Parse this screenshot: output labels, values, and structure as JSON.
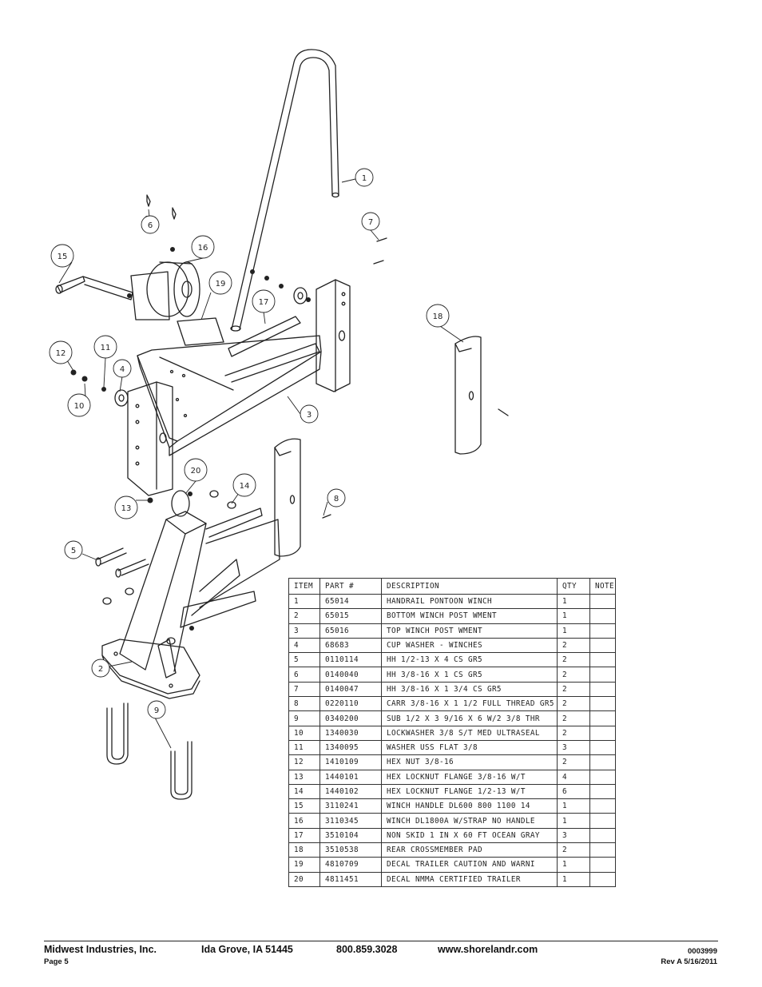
{
  "balloons": [
    "1",
    "2",
    "3",
    "4",
    "5",
    "6",
    "7",
    "8",
    "9",
    "10",
    "11",
    "12",
    "13",
    "14",
    "15",
    "16",
    "17",
    "18",
    "19",
    "20"
  ],
  "table": {
    "headers": [
      "ITEM",
      "PART #",
      "DESCRIPTION",
      "QTY",
      "NOTE"
    ],
    "rows": [
      [
        "1",
        "65014",
        "HANDRAIL PONTOON WINCH",
        "1",
        ""
      ],
      [
        "2",
        "65015",
        "BOTTOM WINCH POST WMENT",
        "1",
        ""
      ],
      [
        "3",
        "65016",
        "TOP WINCH POST WMENT",
        "1",
        ""
      ],
      [
        "4",
        "68683",
        "CUP WASHER - WINCHES",
        "2",
        ""
      ],
      [
        "5",
        "0110114",
        "HH 1/2-13 X 4 CS GR5",
        "2",
        ""
      ],
      [
        "6",
        "0140040",
        "HH 3/8-16 X 1 CS GR5",
        "2",
        ""
      ],
      [
        "7",
        "0140047",
        "HH 3/8-16 X 1 3/4 CS GR5",
        "2",
        ""
      ],
      [
        "8",
        "0220110",
        "CARR 3/8-16 X 1 1/2 FULL THREAD GR5",
        "2",
        ""
      ],
      [
        "9",
        "0340200",
        "SUB 1/2 X 3 9/16 X 6 W/2 3/8 THR",
        "2",
        ""
      ],
      [
        "10",
        "1340030",
        "LOCKWASHER 3/8 S/T MED ULTRASEAL",
        "2",
        ""
      ],
      [
        "11",
        "1340095",
        "WASHER USS FLAT 3/8",
        "3",
        ""
      ],
      [
        "12",
        "1410109",
        "HEX NUT 3/8-16",
        "2",
        ""
      ],
      [
        "13",
        "1440101",
        "HEX LOCKNUT FLANGE 3/8-16 W/T",
        "4",
        ""
      ],
      [
        "14",
        "1440102",
        "HEX LOCKNUT FLANGE 1/2-13 W/T",
        "6",
        ""
      ],
      [
        "15",
        "3110241",
        "WINCH HANDLE   DL600 800 1100 14",
        "1",
        ""
      ],
      [
        "16",
        "3110345",
        "WINCH DL1800A W/STRAP  NO HANDLE",
        "1",
        ""
      ],
      [
        "17",
        "3510104",
        "NON SKID 1 IN X 60 FT OCEAN GRAY",
        "3",
        ""
      ],
      [
        "18",
        "3510538",
        "REAR CROSSMEMBER PAD",
        "2",
        ""
      ],
      [
        "19",
        "4810709",
        "DECAL TRAILER CAUTION AND WARNI",
        "1",
        ""
      ],
      [
        "20",
        "4811451",
        "DECAL NMMA CERTIFIED TRAILER",
        "1",
        ""
      ]
    ]
  },
  "footer": {
    "company": "Midwest Industries, Inc.",
    "city": "Ida Grove, IA  51445",
    "phone": "800.859.3028",
    "website": "www.shorelandr.com",
    "page": "Page 5",
    "doc_number": "0003999",
    "revision": "Rev A  5/16/2011"
  }
}
